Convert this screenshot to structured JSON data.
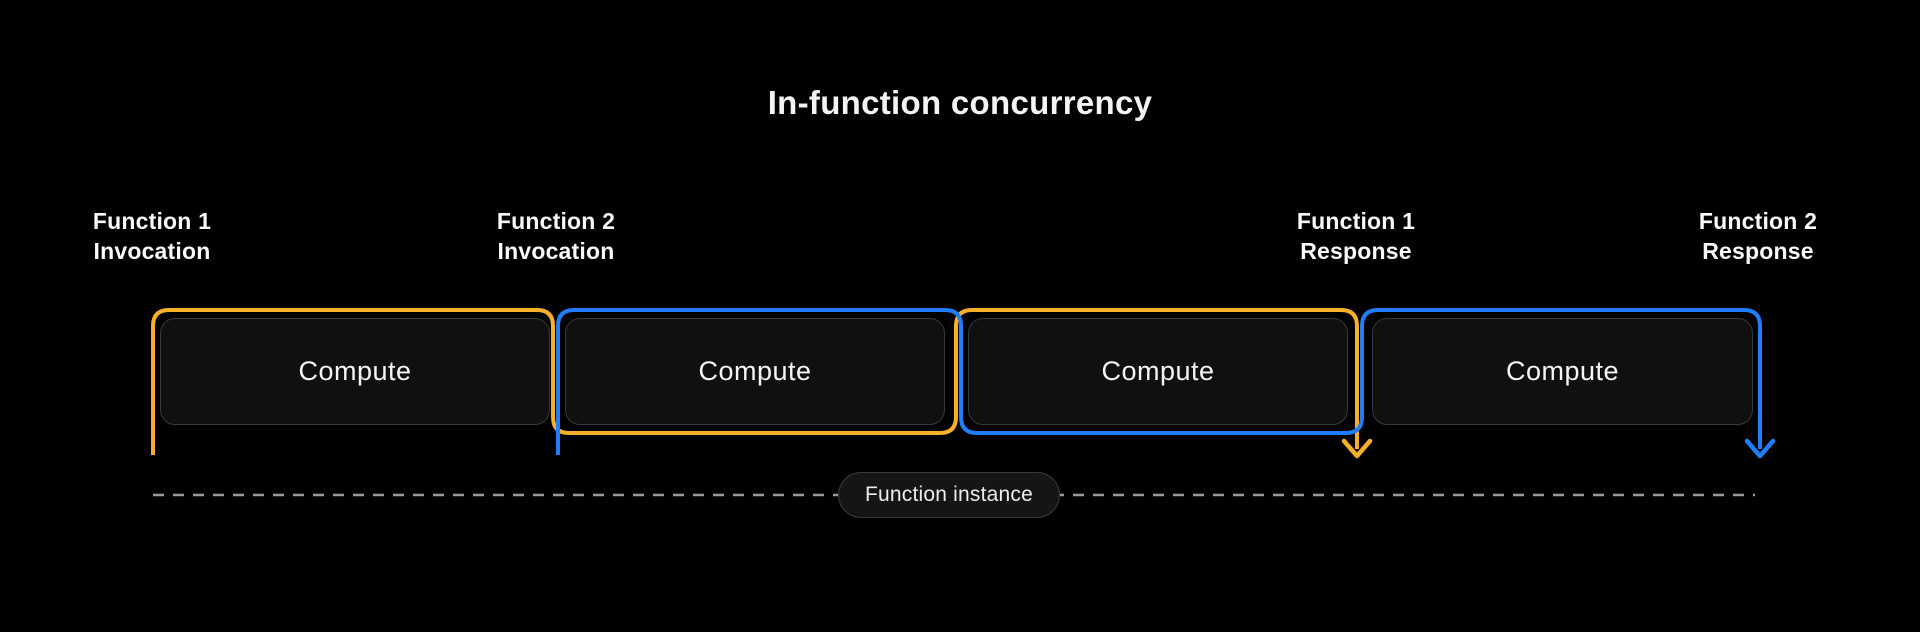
{
  "title": "In-function concurrency",
  "event_labels": {
    "f1_invocation": {
      "line1": "Function 1",
      "line2": "Invocation"
    },
    "f2_invocation": {
      "line1": "Function 2",
      "line2": "Invocation"
    },
    "f1_response": {
      "line1": "Function 1",
      "line2": "Response"
    },
    "f2_response": {
      "line1": "Function 2",
      "line2": "Response"
    }
  },
  "compute_boxes": {
    "labels": [
      "Compute",
      "Compute",
      "Compute",
      "Compute"
    ]
  },
  "timeline": {
    "instance_label": "Function instance"
  },
  "colors": {
    "background": "#000000",
    "function1_accent": "#F6B02A",
    "function2_accent": "#207DFB",
    "timeline_dash": "#9A9A9A"
  }
}
